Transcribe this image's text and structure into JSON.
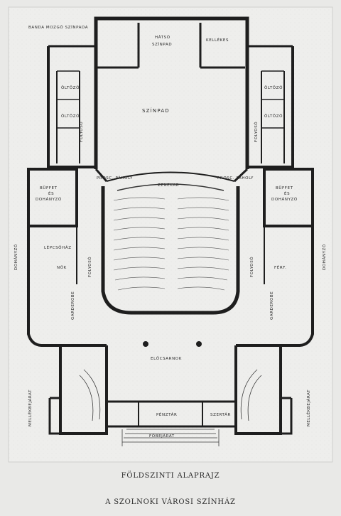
{
  "caption": {
    "line1": "FÖLDSZINTI ALAPRAJZ",
    "line2": "A SZOLNOKI VÁROSI SZÍNHÁZ"
  },
  "labels": {
    "stage": "SZÍNPAD",
    "back_stage_1": "HÁTSÓ",
    "back_stage_2": "SZÍNPAD",
    "props": "KELLÉKES",
    "orchestra": "ZENEKAR",
    "buffet_left_1": "BÜFFET",
    "buffet_left_2": "ÉS",
    "buffet_left_3": "DOHÁNYZÓ",
    "buffet_right_1": "BÜFFET",
    "buffet_right_2": "ÉS",
    "buffet_right_3": "DOHÁNYZÓ",
    "corridor_left": "FOLYOSÓ",
    "corridor_right": "FOLYOSÓ",
    "corridor_stage_left": "FOLYOSÓ",
    "corridor_stage_right": "FOLYOSÓ",
    "wardrobe_left": "GARDEROBE",
    "wardrobe_right": "GARDEROBE",
    "foyer": "ELŐCSARNOK",
    "main_entrance": "FŐBEJÁRAT",
    "ticket_office": "PÉNZTÁR",
    "doorman": "SZERTÁR",
    "smoker_left": "DOHÁNYZÓ",
    "smoker_right": "DOHÁNYZÓ",
    "staircase_left": "LÉPCSŐHÁZ",
    "side_entry_left": "MELLÉKBEJÁRAT",
    "side_entry_right": "MELLÉKBEJÁRAT",
    "dressing": "ÖLTÖZŐ",
    "dressing_b": "ÖLTÖZŐ",
    "dressing_c": "ÖLTÖZŐ",
    "dressing_d": "ÖLTÖZŐ",
    "stage_box_left": "PROSC. PÁHOLY",
    "stage_box_right": "PROSC. PÁHOLY",
    "stairs_note": "BANDA MOZGÓ SZÍNPADA",
    "womens": "NŐK",
    "mens": "FÉRF."
  }
}
